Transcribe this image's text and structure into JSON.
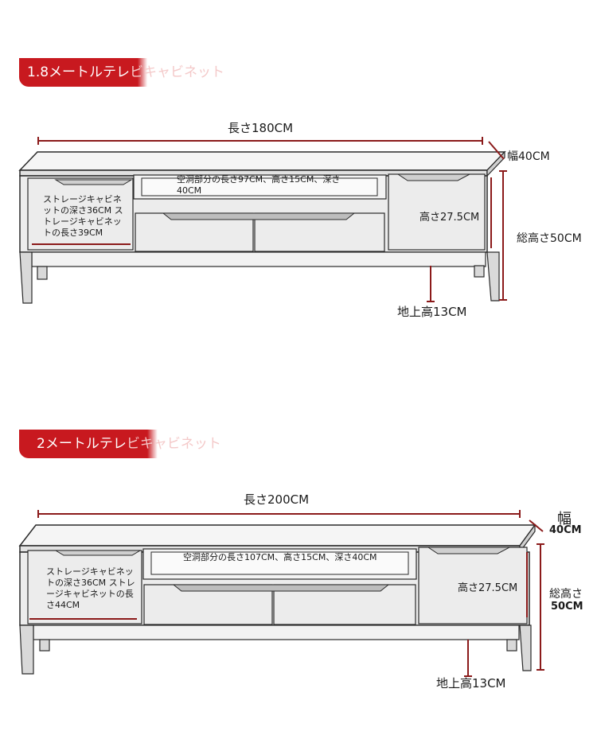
{
  "colors": {
    "accent": "#c8191f",
    "dim": "#8b1a1a",
    "line": "#2a2a2a",
    "panel": "#ececec"
  },
  "sections": [
    {
      "badge": "1.8メートルテレビキャビネット",
      "badge_solid": "1.8メートルテレ",
      "badge_fade": "ビキャビネット",
      "length": "長さ180CM",
      "width": "幅40CM",
      "cavity": "空洞部分の長さ97CM、高さ15CM、深さ40CM",
      "storage": "ストレージキャビネットの深さ36CM ストレージキャビネットの長さ39CM",
      "height": "高さ27.5CM",
      "total": "総高さ50CM",
      "ground": "地上高13CM"
    },
    {
      "badge": "2メートルテレビキャビネット",
      "badge_solid": "2メートルテレ",
      "badge_fade": "ビキャビネット",
      "length": "長さ200CM",
      "width_a": "幅",
      "width_b": "40CM",
      "cavity": "空洞部分の長さ107CM、高さ15CM、深さ40CM",
      "storage": "ストレージキャビネットの深さ36CM ストレージキャビネットの長さ44CM",
      "height": "高さ27.5CM",
      "total_a": "総高さ",
      "total_b": "50CM",
      "ground": "地上高13CM"
    }
  ]
}
